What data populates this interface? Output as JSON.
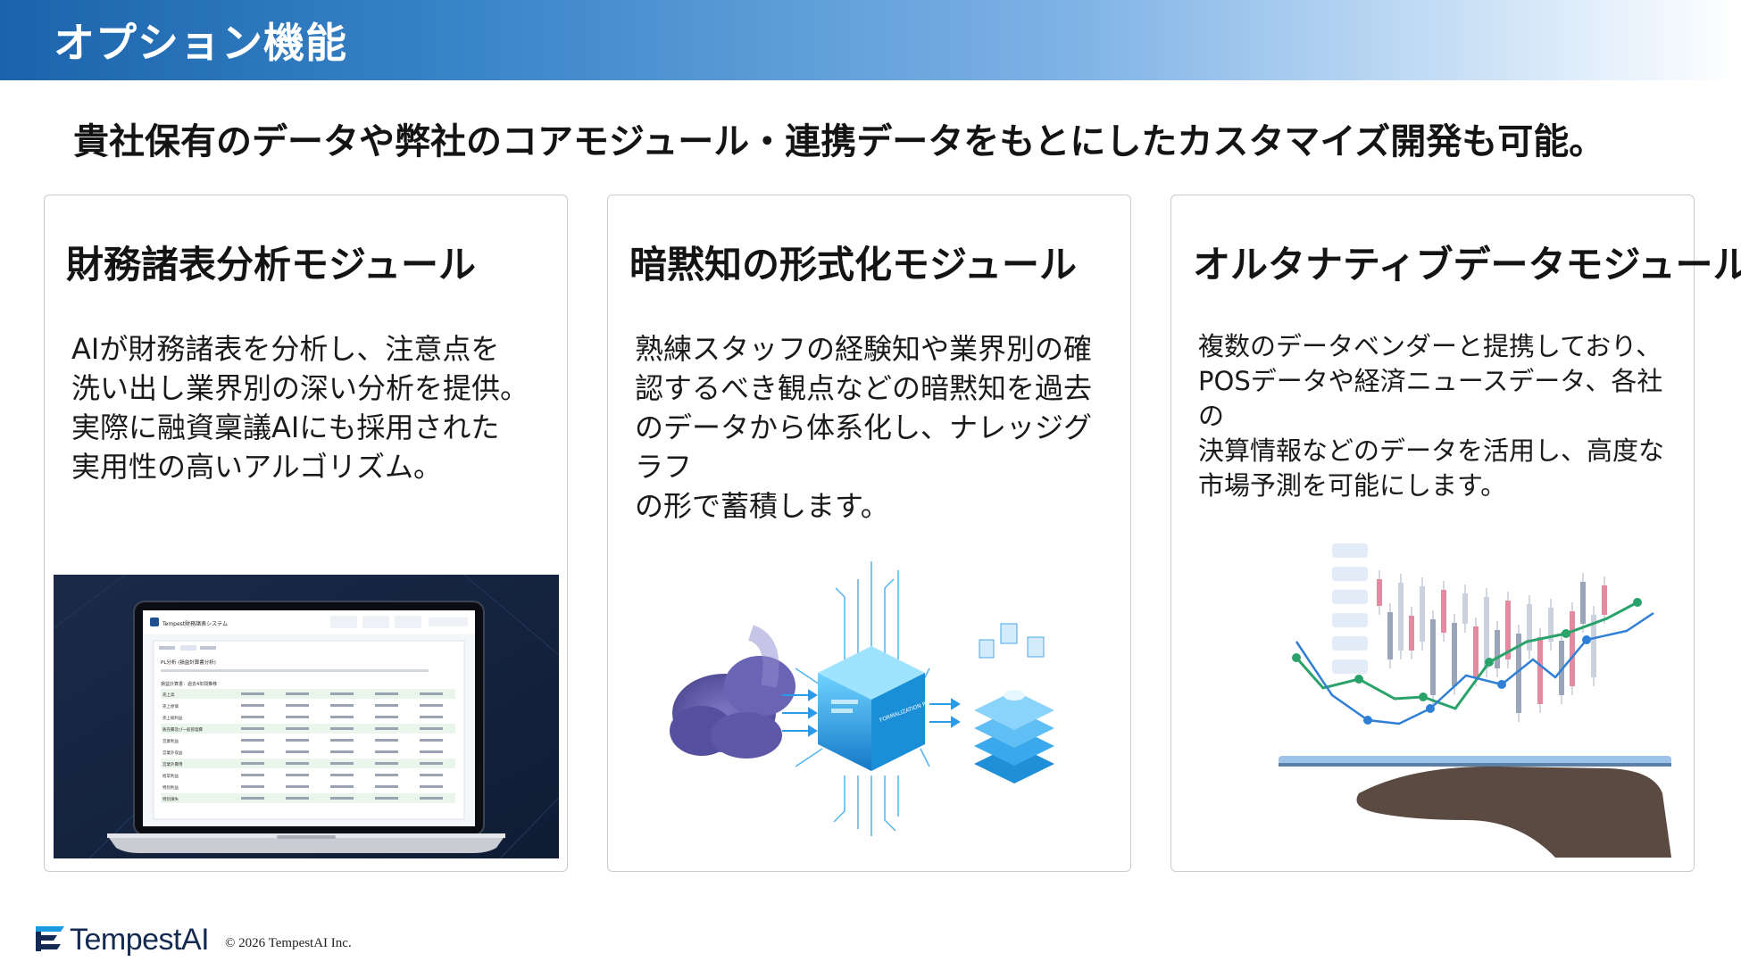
{
  "header": {
    "title": "オプション機能"
  },
  "headline": "貴社保有のデータや弊社のコアモジュール・連携データをもとにしたカスタマイズ開発も可能。",
  "cards": [
    {
      "title": "財務諸表分析モジュール",
      "body": [
        "AIが財務諸表を分析し、注意点を",
        "洗い出し業界別の深い分析を提供。",
        "実際に融資稟議AIにも採用された",
        "実用性の高いアルゴリズム。"
      ],
      "image": {
        "app_title": "Tempest財務諸表システム",
        "section": "PL分析 (損益計算書分析)",
        "table_header": "損益計算書：過去4年間推移",
        "rows": [
          "売上高",
          "売上原価",
          "売上総利益",
          "販売費及び一般管理費",
          "営業利益",
          "営業外収益",
          "営業外費用",
          "経常利益",
          "特別利益",
          "特別損失"
        ]
      }
    },
    {
      "title": "暗黙知の形式化モジュール",
      "body": [
        "熟練スタッフの経験知や業界別の確",
        "認するべき観点などの暗黙知を過去",
        "のデータから体系化し、ナレッジグラフ",
        "の形で蓄積します。"
      ],
      "image": {
        "chip_label": "FORMALIZATION PROCESS"
      }
    },
    {
      "title": "オルタナティブデータモジュール",
      "body": [
        "複数のデータベンダーと提携しており、",
        "POSデータや経済ニュースデータ、各社の",
        "決算情報などのデータを活用し、高度な",
        "市場予測を可能にします。"
      ]
    }
  ],
  "footer": {
    "brand": "TempestAI",
    "copyright": "© 2026 TempestAI Inc."
  },
  "colors": {
    "header_start": "#1b64ad",
    "header_end": "#ffffff",
    "brand_navy": "#142a52",
    "accent_blue": "#2f7fd6"
  }
}
